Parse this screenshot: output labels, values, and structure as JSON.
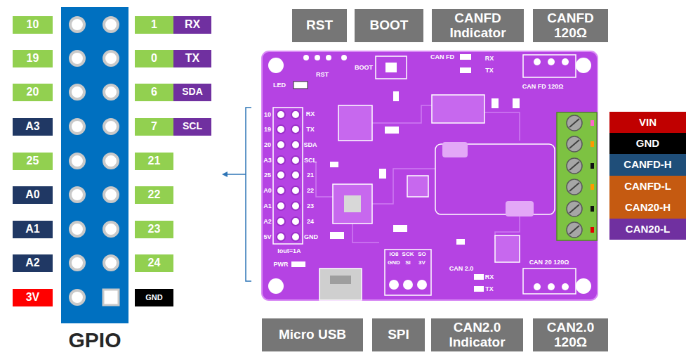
{
  "diagram": {
    "nodes": [
      {
        "text": [
          "10"
        ]
      },
      {
        "text": [
          "1"
        ]
      },
      {
        "text": [
          "RX"
        ]
      },
      {
        "text": [
          "19"
        ]
      },
      {
        "text": [
          "0"
        ]
      },
      {
        "text": [
          "TX"
        ]
      },
      {
        "text": [
          "20"
        ]
      },
      {
        "text": [
          "6"
        ]
      },
      {
        "text": [
          "SDA"
        ]
      },
      {
        "text": [
          "A3"
        ]
      },
      {
        "text": [
          "7"
        ]
      },
      {
        "text": [
          "SCL"
        ]
      },
      {
        "text": [
          "25"
        ]
      },
      {
        "text": [
          "21"
        ]
      },
      {
        "text": [
          "A0"
        ]
      },
      {
        "text": [
          "22"
        ]
      },
      {
        "text": [
          "A1"
        ]
      },
      {
        "text": [
          "23"
        ]
      },
      {
        "text": [
          "A2"
        ]
      },
      {
        "text": [
          "24"
        ]
      },
      {
        "text": [
          "3V"
        ]
      },
      {
        "text": [
          "GND"
        ]
      },
      {
        "text": [
          "RST"
        ]
      },
      {
        "text": [
          "BOOT"
        ]
      },
      {
        "text": [
          "CANFD Indicator"
        ]
      },
      {
        "text": [
          "CANFD 120Ω"
        ]
      },
      {
        "text": [
          "VIN"
        ]
      },
      {
        "text": [
          "GND"
        ]
      },
      {
        "text": [
          "CANFD-H"
        ]
      },
      {
        "text": [
          "CANFD-L"
        ]
      },
      {
        "text": [
          "CAN20-H"
        ]
      },
      {
        "text": [
          "CAN20-L"
        ]
      },
      {
        "text": [
          "Micro USB"
        ]
      },
      {
        "text": [
          "SPI"
        ]
      },
      {
        "text": [
          "CAN2.0 Indicator"
        ]
      },
      {
        "text": [
          "CAN2.0 120Ω"
        ]
      }
    ],
    "labels": [
      "GPIO",
      "LED",
      "RST",
      "BOOT",
      "CAN FD",
      "RX",
      "TX",
      "CAN FD 120Ω",
      "10",
      "19",
      "20",
      "A3",
      "25",
      "A0",
      "A1",
      "A2",
      "5V",
      "RX",
      "TX",
      "SDA",
      "SCL",
      "21",
      "22",
      "23",
      "24",
      "GND",
      "Iout=1A",
      "PWR",
      "IO8",
      "SCK",
      "SO",
      "GND",
      "SI",
      "3V",
      "CAN 2.0",
      "RX",
      "TX",
      "CAN 20 120Ω"
    ]
  }
}
